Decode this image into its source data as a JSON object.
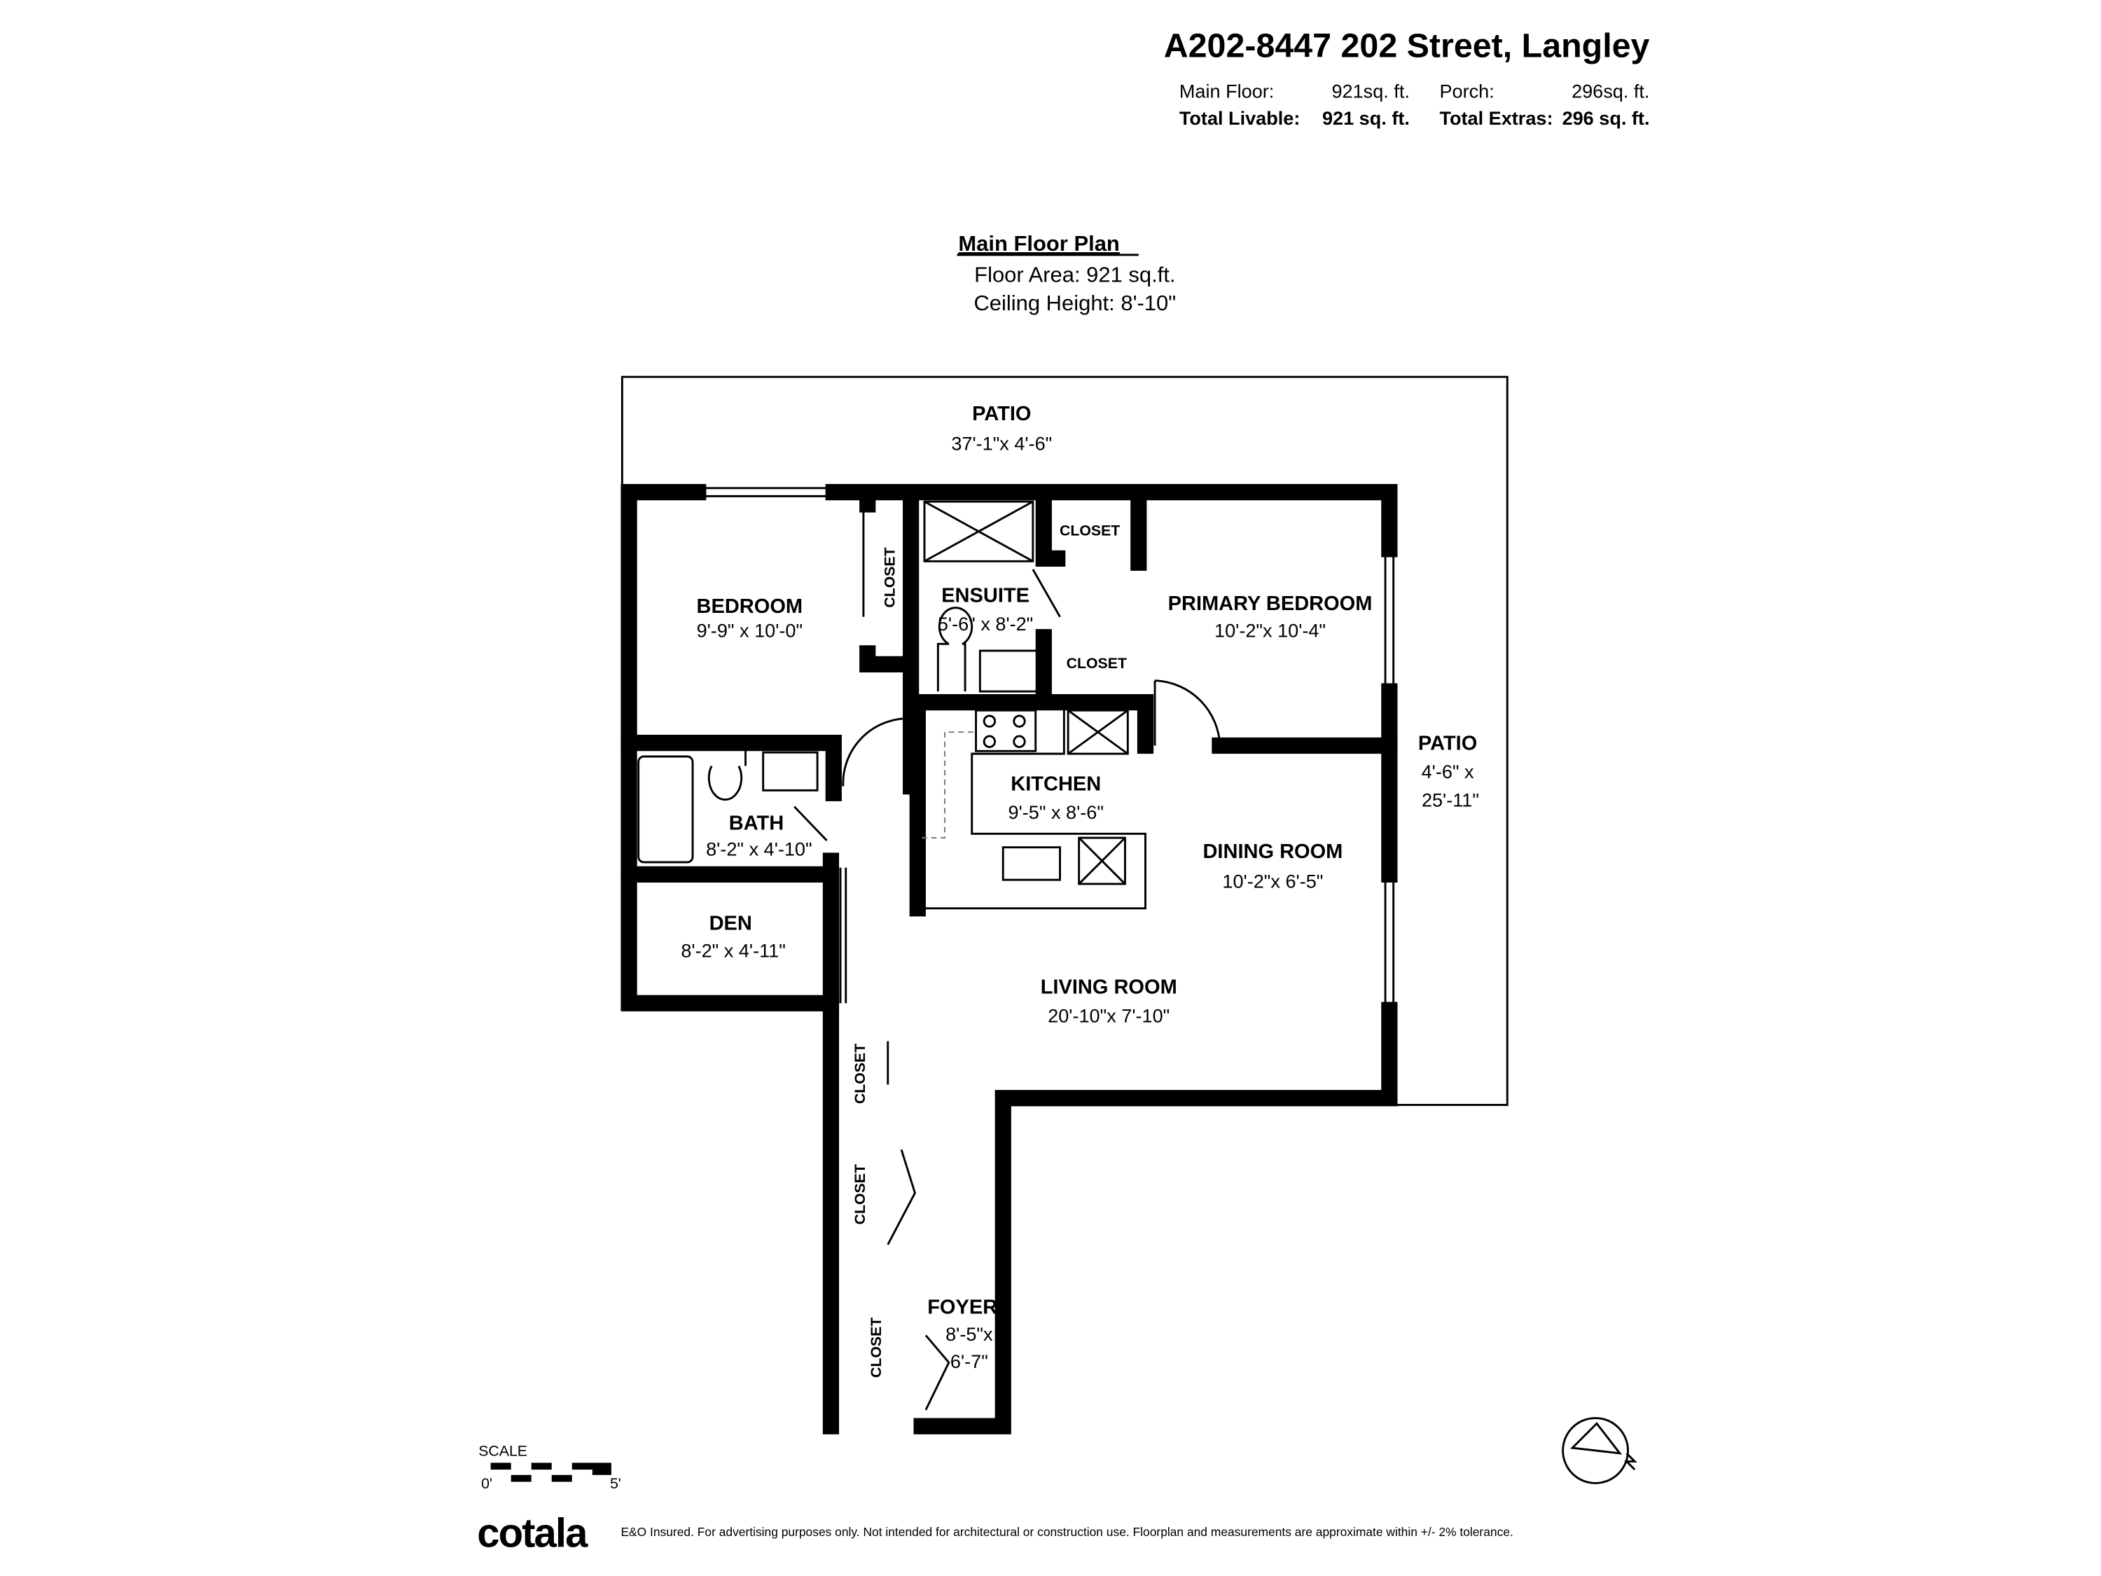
{
  "header": {
    "address": "A202-8447 202 Street, Langley",
    "main_floor_label": "Main Floor:",
    "main_floor_value": "921sq. ft.",
    "porch_label": "Porch:",
    "porch_value": "296sq. ft.",
    "total_livable_label": "Total Livable:",
    "total_livable_value": "921 sq. ft.",
    "total_extras_label": "Total Extras:",
    "total_extras_value": "296 sq. ft."
  },
  "plan": {
    "title": "Main Floor Plan",
    "floor_area": "Floor Area: 921 sq.ft.",
    "ceiling_height": "Ceiling Height: 8'-10\""
  },
  "rooms": [
    {
      "name": "PATIO",
      "dims": "37'-1\"x  4'-6\""
    },
    {
      "name": "BEDROOM",
      "dims": "9'-9\" x 10'-0\""
    },
    {
      "name": "ENSUITE",
      "dims": "5'-6\"  x  8'-2\""
    },
    {
      "name": "PRIMARY BEDROOM",
      "dims": "10'-2\"x 10'-4\""
    },
    {
      "name": "PATIO",
      "dims_line1": "4'-6\" x",
      "dims_line2": "25'-11\""
    },
    {
      "name": "KITCHEN",
      "dims": "9'-5\"  x  8'-6\""
    },
    {
      "name": "BATH",
      "dims": "8'-2\" x 4'-10\""
    },
    {
      "name": "DINING ROOM",
      "dims": "10'-2\"x  6'-5\""
    },
    {
      "name": "DEN",
      "dims": "8'-2\"  x 4'-11\""
    },
    {
      "name": "LIVING ROOM",
      "dims": "20'-10\"x 7'-10\""
    },
    {
      "name": "FOYER",
      "dims_line1": "8'-5\"x",
      "dims_line2": "6'-7\""
    }
  ],
  "closet_label": "CLOSET",
  "scale": {
    "label": "SCALE",
    "start": "0'",
    "end": "5'"
  },
  "footer": {
    "logo": "cotala",
    "disclaimer": "E&O Insured. For advertising purposes only. Not intended for architectural or construction use. Floorplan and measurements are approximate within +/- 2% tolerance."
  },
  "icons": {
    "compass": "north-arrow-icon"
  }
}
